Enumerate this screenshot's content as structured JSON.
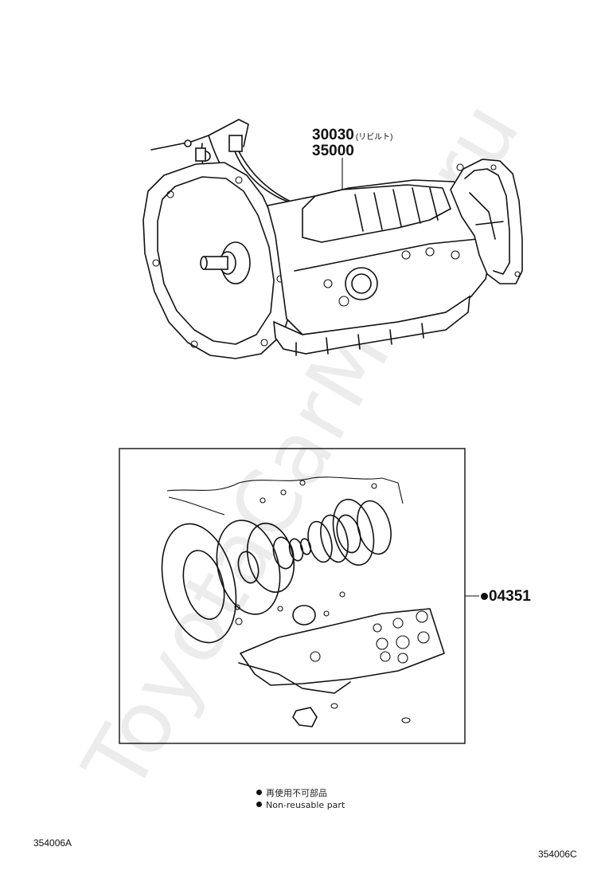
{
  "watermark": "ToyotaCarMine.ru",
  "parts": {
    "transmission_number_1": "30030",
    "transmission_number_1_note": "(リビルト)",
    "transmission_number_2": "35000",
    "gasket_kit_number": "04351"
  },
  "legend": {
    "line_1": "再使用不可部品",
    "line_2": "Non-reusable part"
  },
  "figure_codes": {
    "left": "354006A",
    "right": "354006C"
  }
}
